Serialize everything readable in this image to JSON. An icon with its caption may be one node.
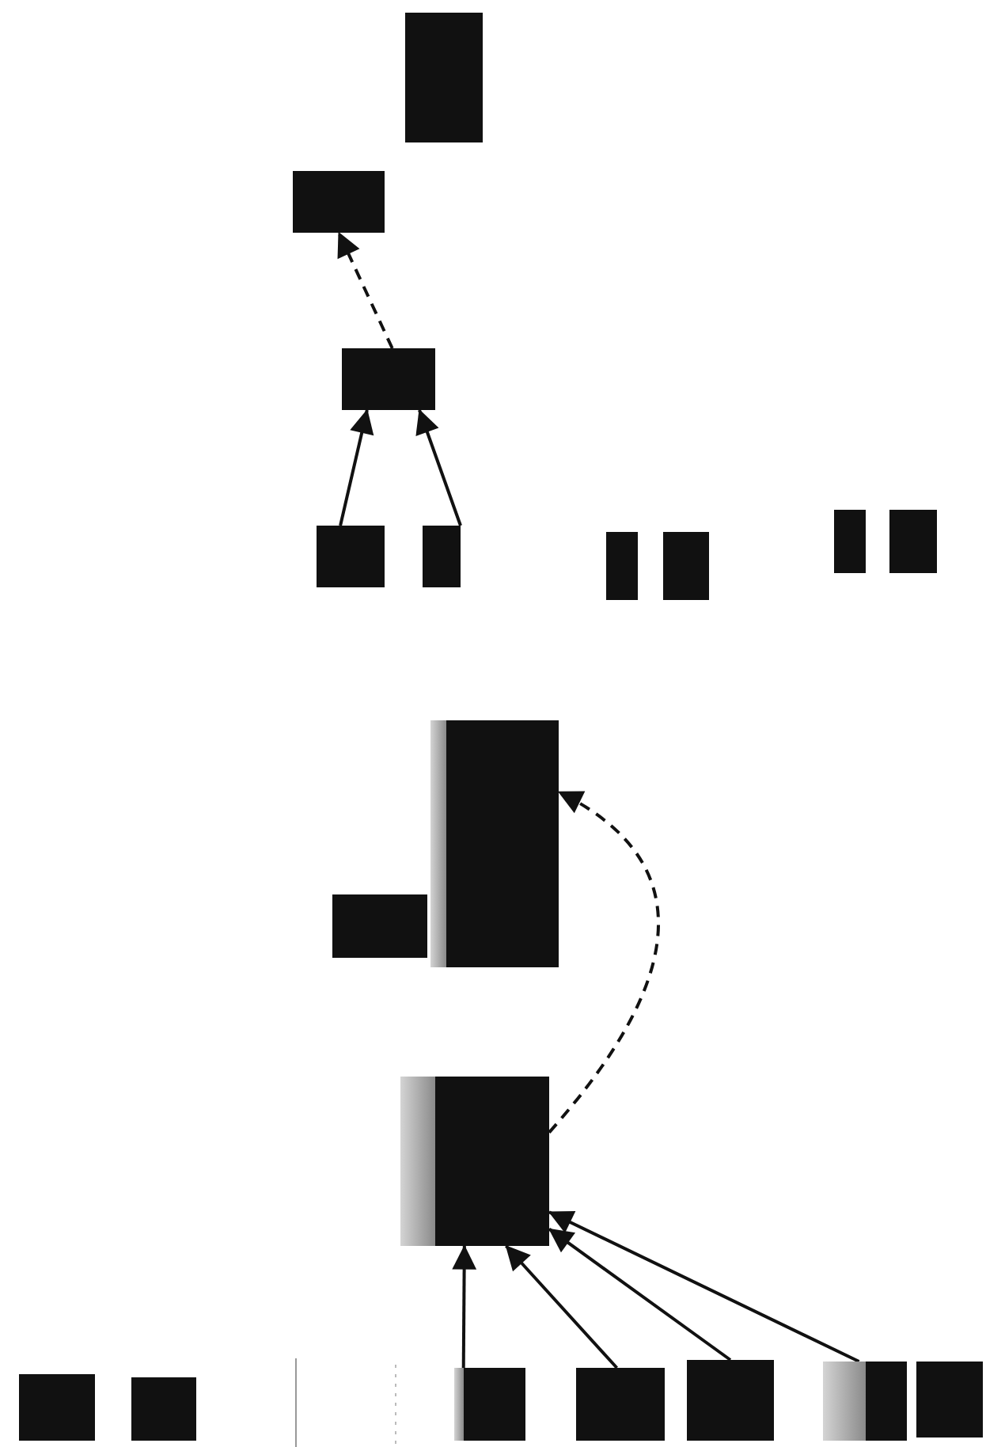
{
  "diagram": {
    "nodes": [
      {
        "text": [],
        "shape": "box"
      },
      {
        "text": [],
        "shape": "box"
      },
      {
        "text": [],
        "shape": "box"
      },
      {
        "text": [],
        "shape": "box"
      },
      {
        "text": [],
        "shape": "box"
      },
      {
        "text": [],
        "shape": "box"
      },
      {
        "text": [],
        "shape": "box"
      },
      {
        "text": [],
        "shape": "box"
      },
      {
        "text": [],
        "shape": "box"
      },
      {
        "text": [],
        "shape": "box"
      },
      {
        "text": [],
        "shape": "box"
      },
      {
        "text": [],
        "shape": "box"
      },
      {
        "text": [],
        "shape": "box"
      },
      {
        "text": [],
        "shape": "box"
      },
      {
        "text": [],
        "shape": "box"
      },
      {
        "text": [],
        "shape": "box"
      },
      {
        "text": [],
        "shape": "box"
      },
      {
        "text": [],
        "shape": "box"
      },
      {
        "text": [],
        "shape": "box"
      }
    ],
    "edges": [
      {
        "from": 2,
        "to": 1,
        "arrow": "to",
        "style": "dashed"
      },
      {
        "from": 3,
        "to": 2,
        "arrow": "to"
      },
      {
        "from": 4,
        "to": 2,
        "arrow": "to"
      },
      {
        "from": 11,
        "to": 9,
        "arrow": "to",
        "style": "dashed"
      },
      {
        "from": 14,
        "to": 11,
        "arrow": "to"
      },
      {
        "from": 15,
        "to": 11,
        "arrow": "to"
      },
      {
        "from": 16,
        "to": 11,
        "arrow": "to"
      },
      {
        "from": 17,
        "to": 11,
        "arrow": "to"
      }
    ]
  }
}
